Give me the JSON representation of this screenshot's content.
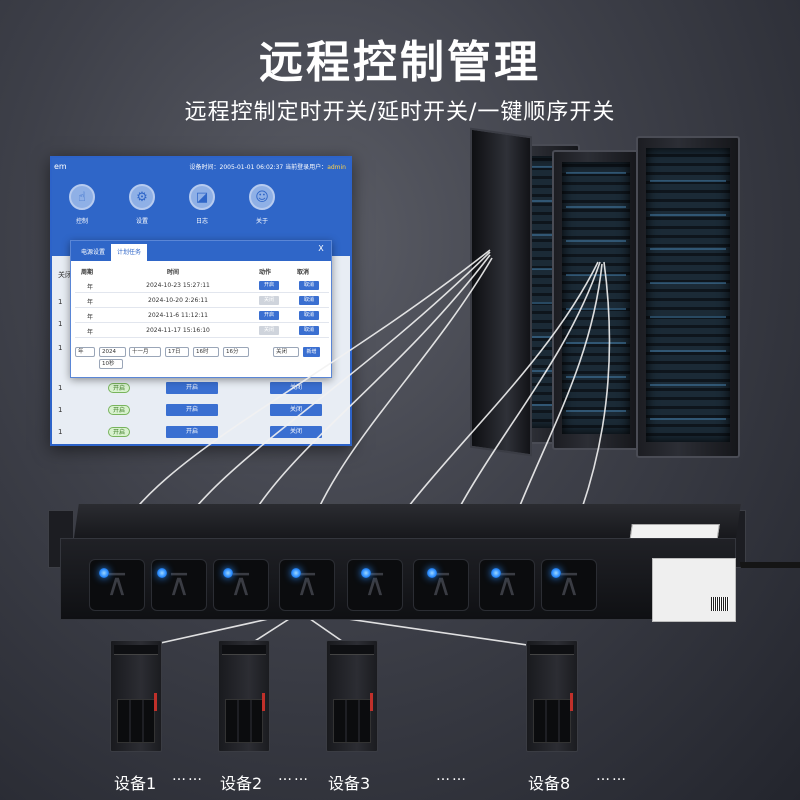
{
  "header": {
    "title": "远程控制管理",
    "subtitle": "远程控制定时开关/延时开关/一键顺序开关"
  },
  "web_panel": {
    "logo_text": "em",
    "status_device_time_label": "设备时间：2005-01-01 06:02:37",
    "status_user_label": "当前登录用户：",
    "status_user": "admin",
    "nav": [
      {
        "icon": "hand-pointer-icon",
        "glyph": "☝",
        "label": "控制"
      },
      {
        "icon": "gear-icon",
        "glyph": "⚙",
        "label": "设置"
      },
      {
        "icon": "chart-icon",
        "glyph": "◪",
        "label": "日志"
      },
      {
        "icon": "user-icon",
        "glyph": "☺",
        "label": "关于"
      }
    ],
    "left_header": "关闭",
    "rows": [
      {
        "num": "1",
        "badge": "开启",
        "open": "开启",
        "close": "关闭"
      },
      {
        "num": "1",
        "badge": "开启",
        "open": "开启",
        "close": "关闭"
      },
      {
        "num": "1",
        "badge": "开启",
        "open": "开启",
        "close": "关闭"
      }
    ],
    "side_numbers": [
      "1",
      "1",
      "1",
      "1",
      "1"
    ]
  },
  "dialog": {
    "tabs": [
      "电源设置",
      "计划任务"
    ],
    "close_label": "X",
    "headers": [
      "周期",
      "时间",
      "动作",
      "取消"
    ],
    "rows": [
      {
        "cycle": "年",
        "time": "2024-10-23 15:27:11",
        "action": "开启",
        "action_enabled": true,
        "cancel": "取消"
      },
      {
        "cycle": "年",
        "time": "2024-10-20 2:26:11",
        "action": "关闭",
        "action_enabled": false,
        "cancel": "取消"
      },
      {
        "cycle": "年",
        "time": "2024-11-6 11:12:11",
        "action": "开启",
        "action_enabled": true,
        "cancel": "取消"
      },
      {
        "cycle": "年",
        "time": "2024-11-17 15:16:10",
        "action": "关闭",
        "action_enabled": false,
        "cancel": "取消"
      }
    ],
    "selects": {
      "cycle": "年",
      "year": "2024",
      "month": "十一月",
      "day": "17日",
      "hour": "16时",
      "minute": "16分",
      "second": "10秒",
      "action": "关闭"
    },
    "add_label": "新增"
  },
  "devices": [
    {
      "label": "设备1"
    },
    {
      "label": "设备2"
    },
    {
      "label": "设备3"
    },
    {
      "label": "设备8"
    }
  ],
  "dots": "……",
  "colors": {
    "accent": "#2f66c8",
    "led": "#2a8cff",
    "badge": "#78b45c"
  }
}
